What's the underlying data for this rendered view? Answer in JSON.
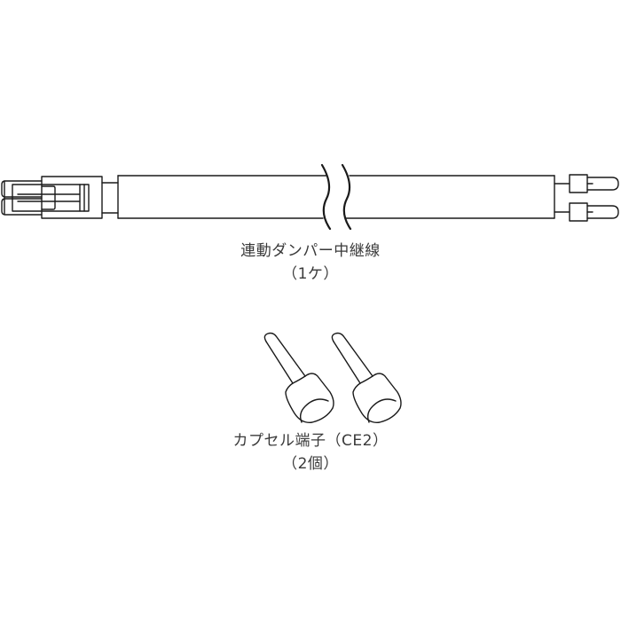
{
  "cable": {
    "name": "連動ダンパー中継線",
    "quantity": "（1ケ）"
  },
  "terminal": {
    "name": "カプセル端子（CE2）",
    "quantity": "（2個）"
  },
  "colors": {
    "stroke": "#1a1a1a",
    "text": "#3a3a3a",
    "background": "#ffffff"
  }
}
